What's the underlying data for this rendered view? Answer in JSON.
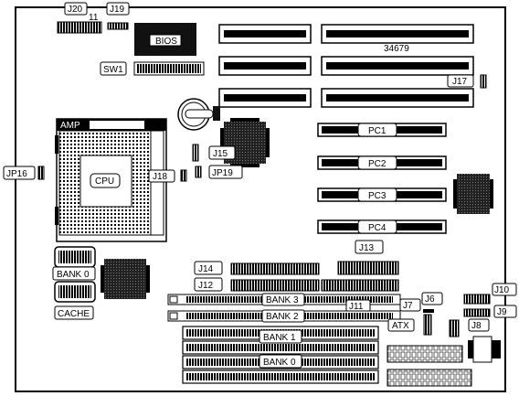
{
  "diagram": {
    "board_number": "34679",
    "labels": {
      "j20": "J20",
      "j20_pin": "11",
      "j19": "J19",
      "bios": "BIOS",
      "sw1": "SW1",
      "j17": "J17",
      "amp": "AMP",
      "cpu": "CPU",
      "jp16": "JP16",
      "j15": "J15",
      "j18": "J18",
      "jp19": "JP19",
      "pc1": "PC1",
      "pc2": "PC2",
      "pc3": "PC3",
      "pc4": "PC4",
      "bank0_cache": "BANK 0",
      "cache": "CACHE",
      "j13": "J13",
      "j14": "J14",
      "j12": "J12",
      "bank3": "BANK 3",
      "j11": "J11",
      "bank2": "BANK 2",
      "j7": "J7",
      "j6": "J6",
      "j10": "J10",
      "j9": "J9",
      "j8": "J8",
      "atx": "ATX",
      "bank1": "BANK 1",
      "bank0": "BANK 0"
    }
  }
}
